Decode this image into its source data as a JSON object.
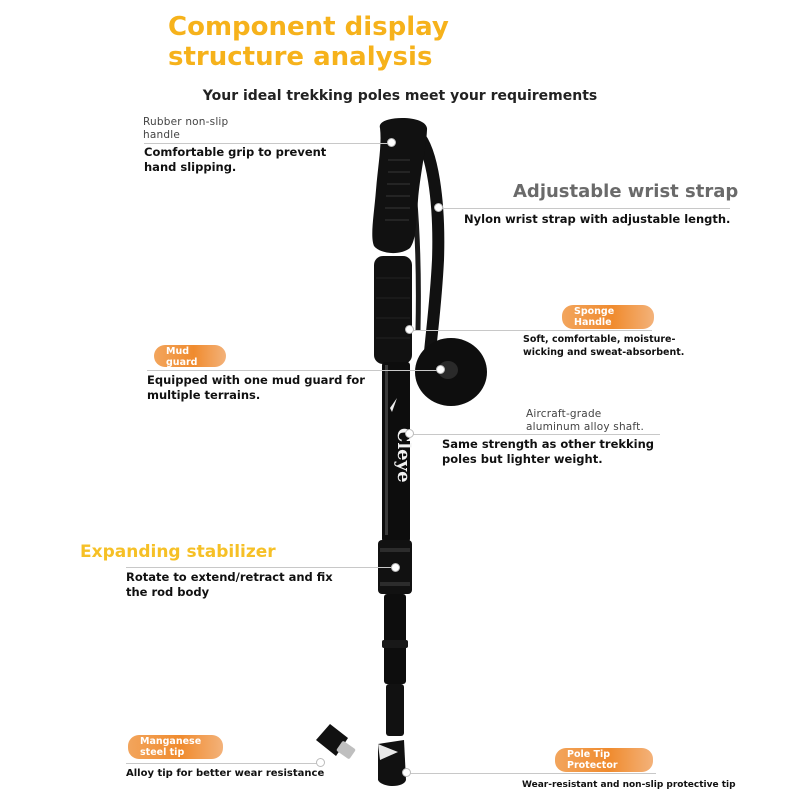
{
  "title": "Component display structure analysis",
  "subtitle": "Your ideal trekking poles meet your requirements",
  "handle": {
    "label": "Rubber non-slip handle",
    "description": "Comfortable grip to prevent hand slipping."
  },
  "wrist_strap": {
    "heading": "Adjustable wrist strap",
    "description": "Nylon wrist strap with adjustable length."
  },
  "sponge_handle": {
    "badge": "Sponge Handle",
    "description": "Soft, comfortable, moisture-wicking and sweat-absorbent."
  },
  "mud_guard": {
    "badge": "Mud guard",
    "description": "Equipped with one mud guard for multiple terrains."
  },
  "shaft": {
    "label": "Aircraft-grade aluminum alloy shaft.",
    "description": "Same strength as other trekking poles but lighter weight."
  },
  "stabilizer": {
    "heading": "Expanding stabilizer",
    "description": "Rotate to extend/retract and fix the rod body"
  },
  "steel_tip": {
    "badge": "Manganese steel tip",
    "description": "Alloy tip for better wear resistance"
  },
  "tip_protector": {
    "badge": "Pole Tip Protector",
    "description": "Wear-resistant and non-slip protective tip"
  },
  "brand": "Cleye",
  "colors": {
    "title": "#f6b21b",
    "badge": "#f08b2e",
    "pole": "#0d0d0d"
  }
}
